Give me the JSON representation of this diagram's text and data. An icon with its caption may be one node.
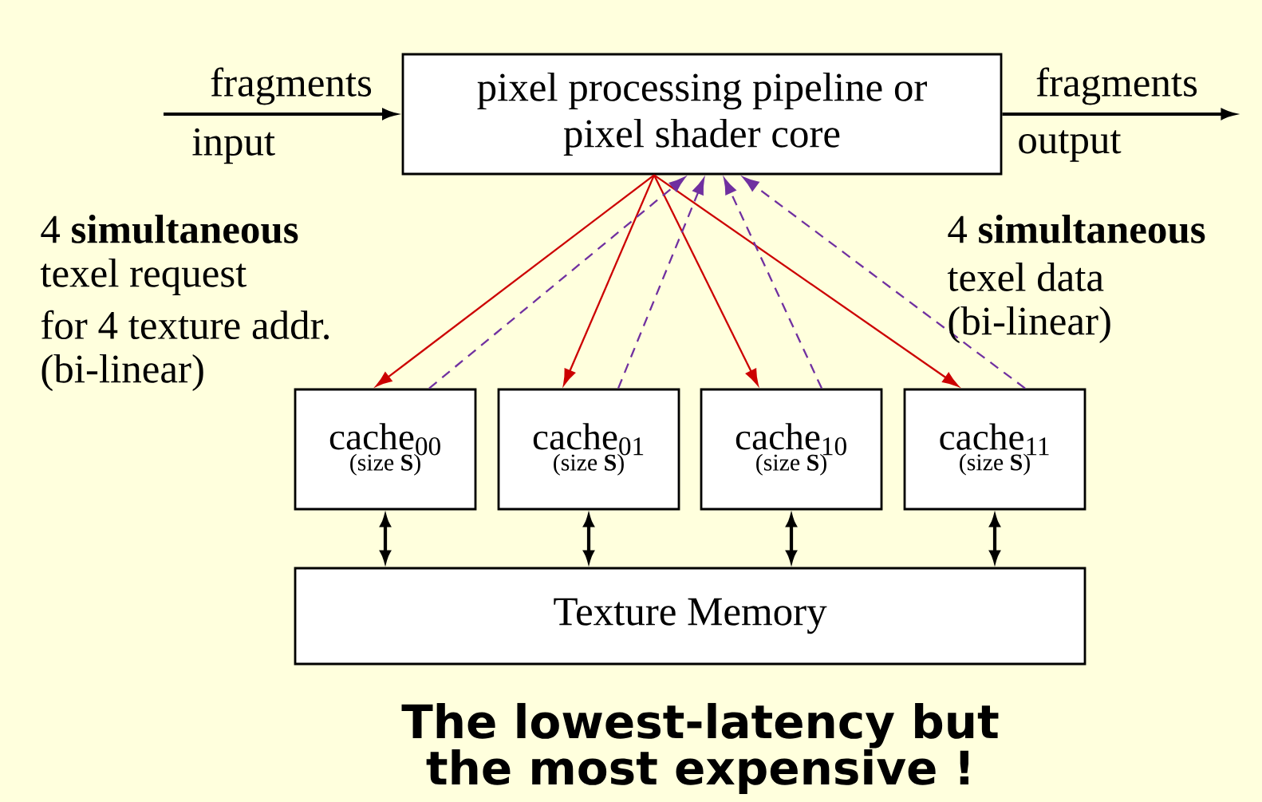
{
  "diagram": {
    "caption": "The lowest-latency but the most expensive !",
    "nodes": [
      {
        "text": [
          "pixel processing pipeline or pixel shader core"
        ]
      },
      {
        "text": [
          "cache$_{00}$",
          "(size **S**)"
        ]
      },
      {
        "text": [
          "cache$_{01}$",
          "(size **S**)"
        ]
      },
      {
        "text": [
          "cache$_{10}$",
          "(size **S**)"
        ]
      },
      {
        "text": [
          "cache$_{11}$",
          "(size **S**)"
        ]
      },
      {
        "text": [
          "Texture Memory"
        ]
      }
    ],
    "edges": [
      {
        "from": null,
        "to": 0,
        "arrow": "to",
        "label": "fragments"
      },
      {
        "from": 0,
        "to": null,
        "arrow": "to",
        "label": "fragments"
      },
      {
        "from": 0,
        "to": 1,
        "arrow": "to",
        "color": "#cc0000"
      },
      {
        "from": 0,
        "to": 2,
        "arrow": "to",
        "color": "#cc0000"
      },
      {
        "from": 0,
        "to": 3,
        "arrow": "to",
        "color": "#cc0000"
      },
      {
        "from": 0,
        "to": 4,
        "arrow": "to",
        "color": "#cc0000"
      },
      {
        "from": 1,
        "to": 0,
        "arrow": "to",
        "style": "dashed",
        "color": "#7030a0"
      },
      {
        "from": 2,
        "to": 0,
        "arrow": "to",
        "style": "dashed",
        "color": "#7030a0"
      },
      {
        "from": 3,
        "to": 0,
        "arrow": "to",
        "style": "dashed",
        "color": "#7030a0"
      },
      {
        "from": 4,
        "to": 0,
        "arrow": "to",
        "style": "dashed",
        "color": "#7030a0"
      },
      {
        "from": 1,
        "to": 5,
        "arrow": "both"
      },
      {
        "from": 2,
        "to": 5,
        "arrow": "both"
      },
      {
        "from": 3,
        "to": 5,
        "arrow": "both"
      },
      {
        "from": 4,
        "to": 5,
        "arrow": "both"
      }
    ],
    "labels": [
      "input",
      "output",
      "4 **simultaneous**",
      "texel request",
      "for 4 texture addr.",
      "(bi-linear)",
      "4 **simultaneous**",
      "texel data",
      "(bi-linear)"
    ]
  }
}
